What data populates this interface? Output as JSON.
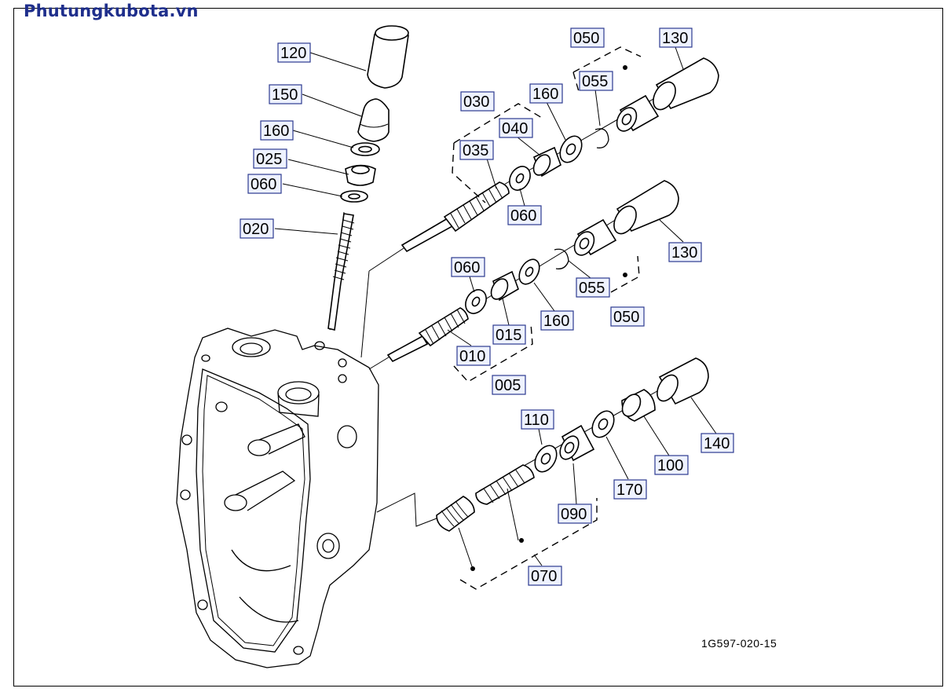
{
  "header": {
    "brand": "Phutungkubota.vn"
  },
  "drawing": {
    "number": "1G597-020-15"
  },
  "parts": [
    {
      "id": "lbl-120a",
      "text": "120"
    },
    {
      "id": "lbl-150",
      "text": "150"
    },
    {
      "id": "lbl-160a",
      "text": "160"
    },
    {
      "id": "lbl-025",
      "text": "025"
    },
    {
      "id": "lbl-060a",
      "text": "060"
    },
    {
      "id": "lbl-020",
      "text": "020"
    },
    {
      "id": "lbl-030",
      "text": "030"
    },
    {
      "id": "lbl-035",
      "text": "035"
    },
    {
      "id": "lbl-040",
      "text": "040"
    },
    {
      "id": "lbl-160b",
      "text": "160"
    },
    {
      "id": "lbl-055a",
      "text": "055"
    },
    {
      "id": "lbl-050a",
      "text": "050"
    },
    {
      "id": "lbl-130a",
      "text": "130"
    },
    {
      "id": "lbl-060b",
      "text": "060"
    },
    {
      "id": "lbl-130b",
      "text": "130"
    },
    {
      "id": "lbl-060c",
      "text": "060"
    },
    {
      "id": "lbl-055b",
      "text": "055"
    },
    {
      "id": "lbl-050b",
      "text": "050"
    },
    {
      "id": "lbl-015",
      "text": "015"
    },
    {
      "id": "lbl-160c",
      "text": "160"
    },
    {
      "id": "lbl-010",
      "text": "010"
    },
    {
      "id": "lbl-005",
      "text": "005"
    },
    {
      "id": "lbl-110",
      "text": "110"
    },
    {
      "id": "lbl-090",
      "text": "090"
    },
    {
      "id": "lbl-170",
      "text": "170"
    },
    {
      "id": "lbl-100",
      "text": "100"
    },
    {
      "id": "lbl-140",
      "text": "140"
    },
    {
      "id": "lbl-070",
      "text": "070"
    }
  ]
}
